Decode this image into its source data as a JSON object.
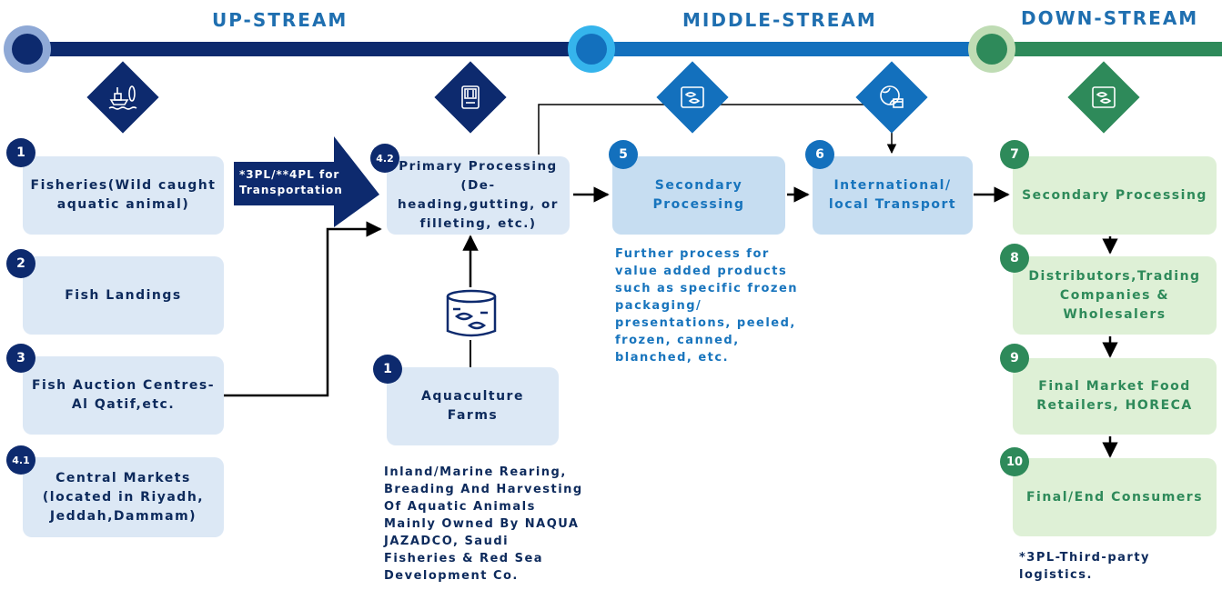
{
  "stages": {
    "up": "UP-STREAM",
    "middle": "MIDDLE-STREAM",
    "down": "DOWN-STREAM"
  },
  "colors": {
    "navy": "#0d2a6e",
    "blue": "#1370bd",
    "green": "#2e8a5a"
  },
  "upstream": {
    "fisheries": {
      "num": "1",
      "label": "Fisheries(Wild caught aquatic animal)"
    },
    "landings": {
      "num": "2",
      "label": "Fish Landings"
    },
    "auction": {
      "num": "3",
      "label": "Fish Auction Centres- Al Qatif,etc."
    },
    "central": {
      "num": "4.1",
      "label": "Central Markets (located in Riyadh, Jeddah,Dammam)"
    },
    "transport_arrow": "*3PL/**4PL for Transportation",
    "primary": {
      "num": "4.2",
      "label": "Primary Processing (De-heading,gutting, or filleting, etc.)"
    },
    "aquaculture": {
      "num": "1",
      "label": "Aquaculture Farms"
    },
    "aquaculture_note": "Inland/Marine Rearing, Breading And Harvesting Of Aquatic Animals Mainly Owned By NAQUA JAZADCO, Saudi Fisheries & Red Sea Development Co."
  },
  "midstream": {
    "secondary": {
      "num": "5",
      "label": "Secondary Processing"
    },
    "secondary_note": "Further process for value added products such as specific frozen packaging/ presentations, peeled, frozen, canned, blanched, etc.",
    "transport": {
      "num": "6",
      "label": "International/ local Transport"
    }
  },
  "downstream": {
    "secondary": {
      "num": "7",
      "label": "Secondary Processing"
    },
    "distributors": {
      "num": "8",
      "label": "Distributors,Trading Companies & Wholesalers"
    },
    "retailers": {
      "num": "9",
      "label": "Final Market Food Retailers, HORECA"
    },
    "consumers": {
      "num": "10",
      "label": "Final/End Consumers"
    },
    "footnote": "*3PL-Third-party logistics."
  },
  "icons": {
    "upstream": "fishing-boat-icon",
    "primary": "processing-machine-icon",
    "midstream_processing": "fish-crate-icon",
    "transport": "global-shipping-icon",
    "downstream": "fish-crate-icon",
    "aquaculture": "fish-tank-icon"
  }
}
